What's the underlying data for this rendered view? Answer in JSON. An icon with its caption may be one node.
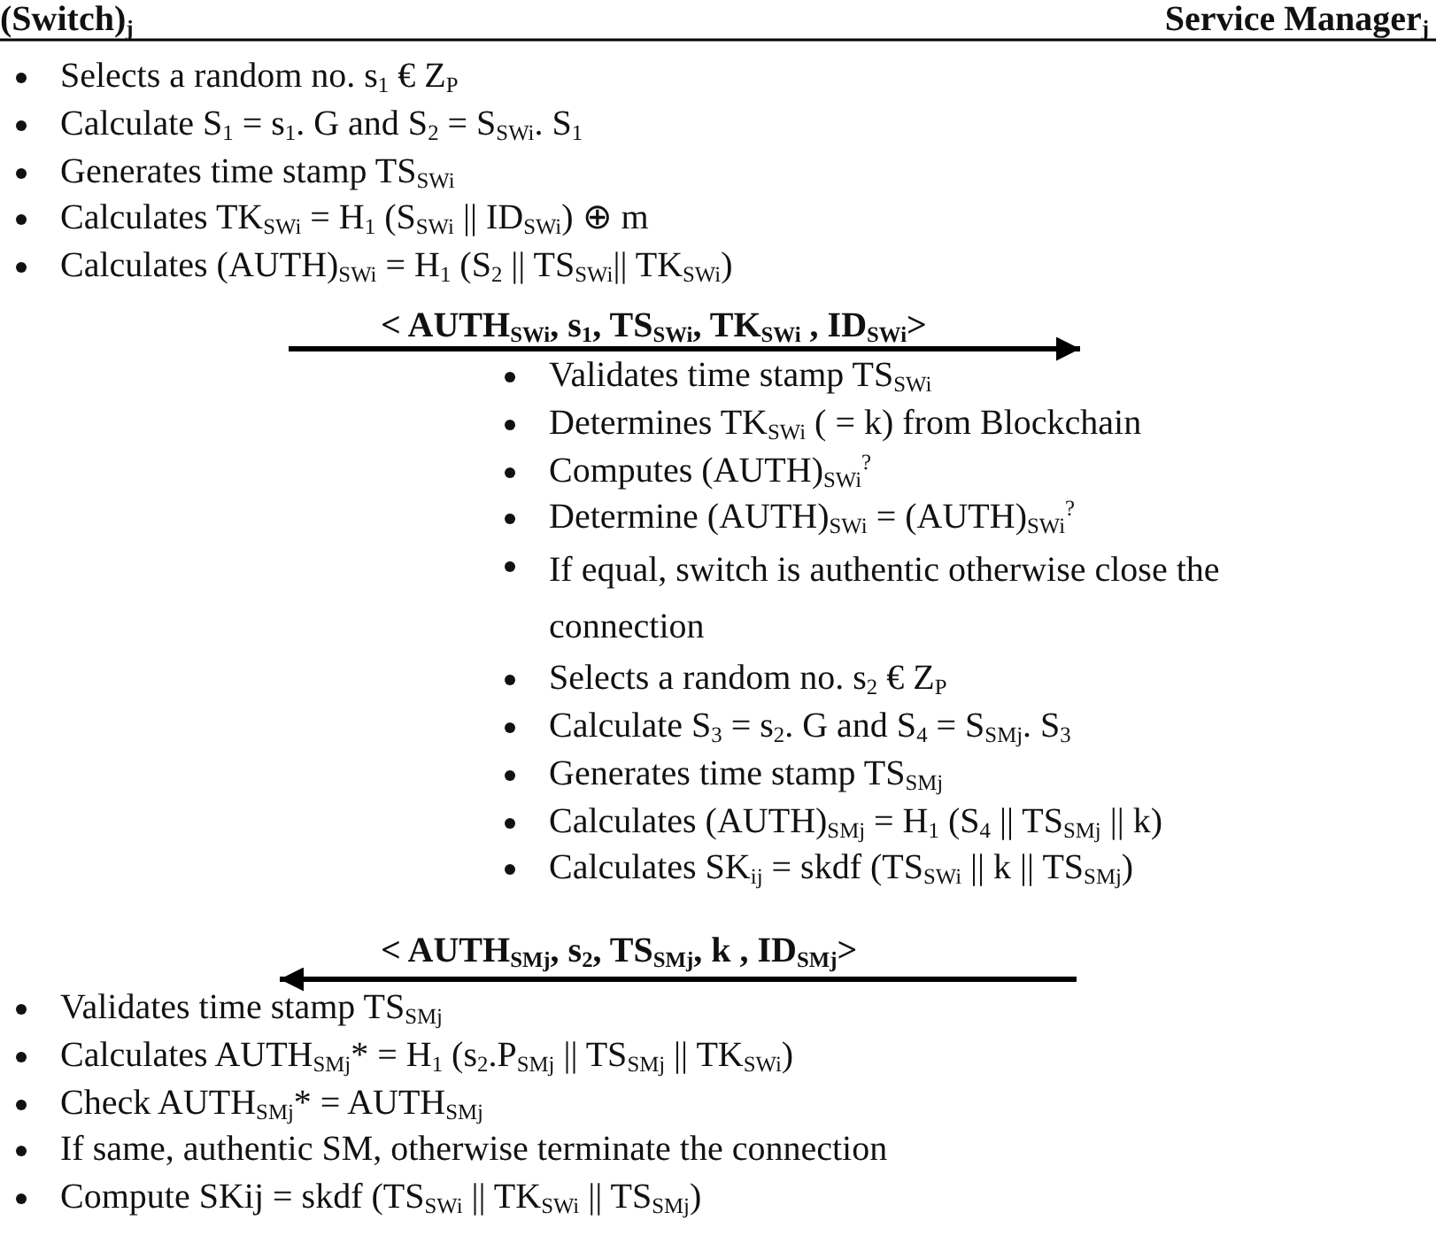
{
  "diagram": {
    "nodes": [
      {
        "text": [
          "(Switch)$_{j}$"
        ]
      },
      {
        "text": [
          "Service Manager$_{j}$"
        ]
      },
      {
        "text": [
          "Selects a random no. s$_{1}$ € Z$_{P}$",
          "Calculate S$_{1}$ = s$_{1}$. G and S$_{2}$ = S$_{SWi}$. S$_{1}$",
          "Generates time stamp TS$_{SWi}$",
          "Calculates TK$_{SWi}$ = H$_{1}$ (S$_{SWi}$ || ID$_{SWi}$) ⊕ m",
          "Calculates (AUTH)$_{SWi}$ = H$_{1}$ (S$_{2}$ || TS$_{SWi}$|| TK$_{SWi}$)"
        ]
      },
      {
        "text": [
          "Validates time stamp TS$_{SWi}$",
          "Determines TK$_{SWi}$ ( = k) from Blockchain",
          "Computes (AUTH)$_{SWi}$$^{?}$",
          "Determine (AUTH)$_{SWi}$ = (AUTH)$_{SWi}$$^{?}$",
          "If equal, switch is authentic otherwise close the connection",
          "Selects a random no. s$_{2}$ € Z$_{P}$",
          "Calculate S$_{3}$ = s$_{2}$. G and S$_{4}$ = S$_{SMj}$. S$_{3}$",
          "Generates time stamp TS$_{SMj}$",
          "Calculates (AUTH)$_{SMj}$ = H$_{1}$ (S$_{4}$ || TS$_{SMj}$ || k)",
          "Calculates SK$_{ij}$ = skdf (TS$_{SWi}$ || k || TS$_{SMj}$)"
        ]
      },
      {
        "text": [
          "Validates time stamp TS$_{SMj}$",
          "Calculates AUTH$_{SMj}$* = H$_{1}$ (s$_{2}$.P$_{SMj}$ || TS$_{SMj}$ || TK$_{SWi}$)",
          "Check AUTH$_{SMj}$* = AUTH$_{SMj}$",
          "If same, authentic SM, otherwise terminate the connection",
          "Compute SKij = skdf (TS$_{SWi}$ || TK$_{SWi}$ || TS$_{SMj}$)"
        ]
      }
    ],
    "edges": [
      {
        "from": 2,
        "to": 3,
        "arrow": "to",
        "label": "< AUTH$_{SWi}$, s$_{1}$, TS$_{SWi}$, TK$_{SWi}$ , ID$_{SWi}$>"
      },
      {
        "from": 3,
        "to": 4,
        "arrow": "to",
        "label": "< AUTH$_{SMj}$, s$_{2}$, TS$_{SMj}$, k , ID$_{SMj}$>"
      }
    ]
  }
}
